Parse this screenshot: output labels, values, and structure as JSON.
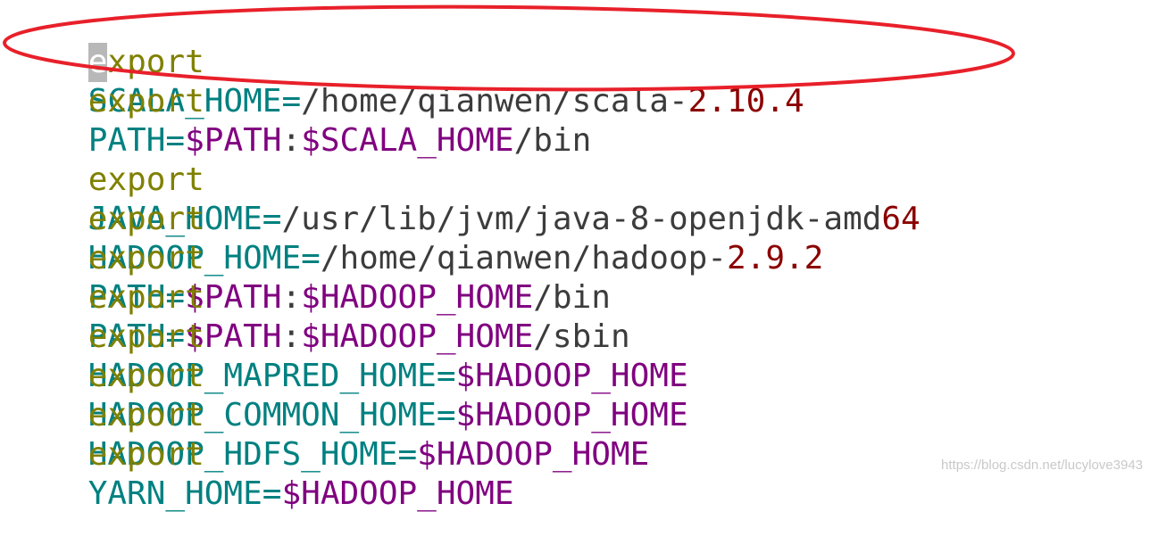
{
  "editor": {
    "lines": [
      {
        "kw": "export",
        "name": "SCALA_HOME",
        "eq": "=",
        "path": "/home/qianwen/scala-",
        "num": "2.10.4",
        "cursor": "e"
      },
      {
        "kw": "export",
        "name": "PATH",
        "eq": "=",
        "ref1": "$PATH",
        "colon": ":",
        "ref2": "$SCALA_HOME",
        "path": "/bin"
      },
      {
        "kw": "export",
        "name": "JAVA_HOME",
        "eq": "=",
        "path": "/usr/lib/jvm/java-8-openjdk-amd",
        "num": "64"
      },
      {
        "kw": "export",
        "name": "HADOOP_HOME",
        "eq": "=",
        "path": "/home/qianwen/hadoop-",
        "num": "2.9.2"
      },
      {
        "kw": "export",
        "name": "PATH",
        "eq": "=",
        "ref1": "$PATH",
        "colon": ":",
        "ref2": "$HADOOP_HOME",
        "path": "/bin"
      },
      {
        "kw": "export",
        "name": "PATH",
        "eq": "=",
        "ref1": "$PATH",
        "colon": ":",
        "ref2": "$HADOOP_HOME",
        "path": "/sbin"
      },
      {
        "kw": "export",
        "name": "HADOOP_MAPRED_HOME",
        "eq": "=",
        "ref1": "$HADOOP_HOME"
      },
      {
        "kw": "export",
        "name": "HADOOP_COMMON_HOME",
        "eq": "=",
        "ref1": "$HADOOP_HOME"
      },
      {
        "kw": "export",
        "name": "HADOOP_HDFS_HOME",
        "eq": "=",
        "ref1": "$HADOOP_HOME"
      },
      {
        "kw": "export",
        "name": "YARN_HOME",
        "eq": "=",
        "ref1": "$HADOOP_HOME"
      }
    ]
  },
  "colors": {
    "keyword": "#808000",
    "variable": "#008080",
    "path": "#3c3c3c",
    "number": "#8b0000",
    "reference": "#800080",
    "annotation": "#e8202a"
  },
  "watermark": "https://blog.csdn.net/lucylove3943"
}
